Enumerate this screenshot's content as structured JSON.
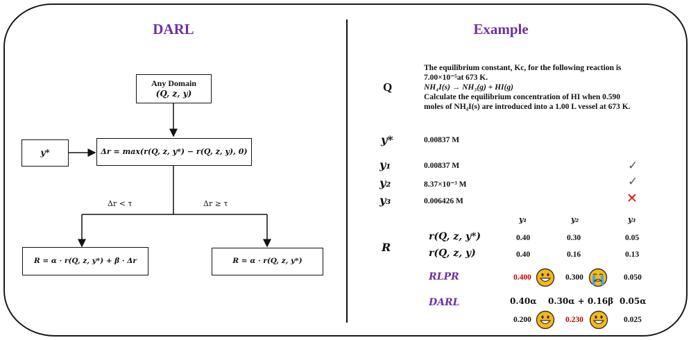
{
  "left": {
    "title": "DARL",
    "box_domain": {
      "line1": "Any Domain",
      "line2": "(Q, z, y)"
    },
    "box_ystar": "y*",
    "box_delta": "Δr = max(r(Q, z, y*) − r(Q, z, y), 0)",
    "branch_left_label": "Δr < τ",
    "branch_right_label": "Δr ≥ τ",
    "box_reward_left": "R = α · r(Q, z, y*) + β · Δr",
    "box_reward_right": "R = α · r(Q, z, y*)"
  },
  "right": {
    "title": "Example",
    "q_label": "Q",
    "question": {
      "line1": "The equilibrium constant, Kc, for the following reaction is",
      "line2": "7.00×10⁻⁵at 673 K.",
      "line3": "NH₄I(s) → NH₃(g) + HI(g)",
      "line4": "Calculate the equilibrium concentration of HI when 0.590",
      "line5": "moles of NH₄I(s) are introduced into a 1.00 L vessel at 673 K."
    },
    "ystar_label": "y*",
    "ystar_value": "0.00837 M",
    "answers": [
      {
        "label": "y₁",
        "value": "0.00837 M",
        "mark": "✓",
        "icon": "check-icon"
      },
      {
        "label": "y₂",
        "value": "8.37×10⁻³ M",
        "mark": "✓",
        "icon": "check-icon"
      },
      {
        "label": "y₃",
        "value": "0.006426 M",
        "mark": "✕",
        "icon": "cross-icon"
      }
    ],
    "table": {
      "r_label": "R",
      "col_headers": [
        "y₁",
        "y₂",
        "y₃"
      ],
      "rows": [
        {
          "label": "r(Q, z, y*)",
          "values": [
            "0.40",
            "0.30",
            "0.05"
          ]
        },
        {
          "label": "r(Q, z, y)",
          "values": [
            "0.40",
            "0.16",
            "0.13"
          ]
        },
        {
          "label": "RLPR",
          "values": [
            "0.400",
            "0.300",
            "0.050"
          ]
        },
        {
          "label": "DARL",
          "values": [
            "0.40α",
            "0.30α + 0.16β",
            "0.05α"
          ]
        },
        {
          "label": "",
          "values": [
            "0.200",
            "0.230",
            "0.025"
          ]
        }
      ]
    },
    "emojis": {
      "rlpr_y1": "grinning-face-icon",
      "rlpr_y2": "crying-face-icon",
      "darl_y1": "grinning-face-icon",
      "darl_y2": "grinning-face-icon"
    }
  },
  "colors": {
    "accent": "#7030a0",
    "highlight": "#c00000",
    "cross": "#e01010",
    "emoji": "#f5b81c"
  }
}
